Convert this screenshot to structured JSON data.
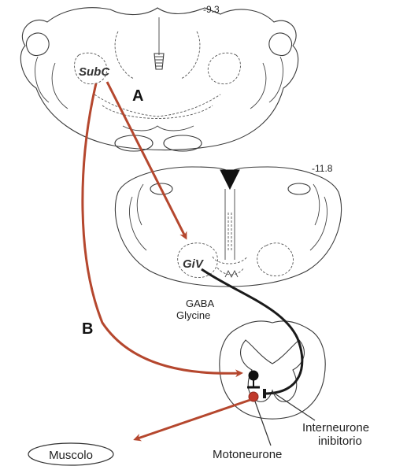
{
  "labels": {
    "level_top": "-9.3",
    "level_mid": "-11.8",
    "subc": "SubC",
    "giv": "GiV",
    "pathway_a": "A",
    "pathway_b": "B",
    "neurotransmitter_1": "GABA",
    "neurotransmitter_2": "Glycine",
    "interneuron_line1": "Interneurone",
    "interneuron_line2": "inibitorio",
    "motoneuron": "Motoneurone",
    "muscle": "Muscolo"
  },
  "colors": {
    "pathway": "#b5472e",
    "inhibitory_projection": "#1a1a1a",
    "outline": "#3a3a3a",
    "motoneuron_fill": "#c0392b",
    "interneuron_fill": "#111111"
  }
}
